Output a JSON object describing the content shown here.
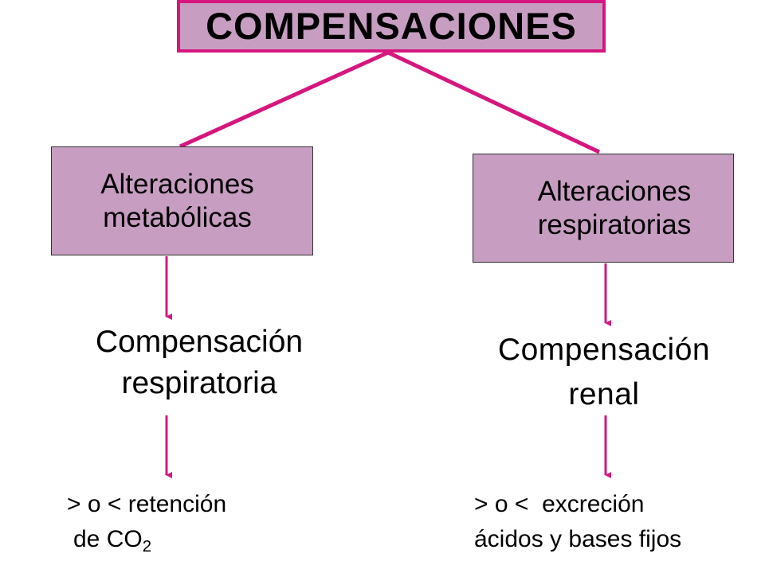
{
  "title": "COMPENSACIONES",
  "left": {
    "box_line1": "Alteraciones",
    "box_line2": "metabólicas",
    "compensation_line1": "Compensación",
    "compensation_line2": "respiratoria",
    "effect_line1": "> o < retención",
    "effect_line2_prefix": "de CO",
    "effect_line2_subscript": "2"
  },
  "right": {
    "box_line1": "Alteraciones",
    "box_line2": "respiratorias",
    "compensation_line1": "Compensación",
    "compensation_line2": "renal",
    "effect_line1": "> o <  excreción",
    "effect_line2": "ácidos y bases fijos"
  },
  "colors": {
    "box_fill": "#c79ec1",
    "accent": "#d6167f",
    "text": "#000000"
  }
}
